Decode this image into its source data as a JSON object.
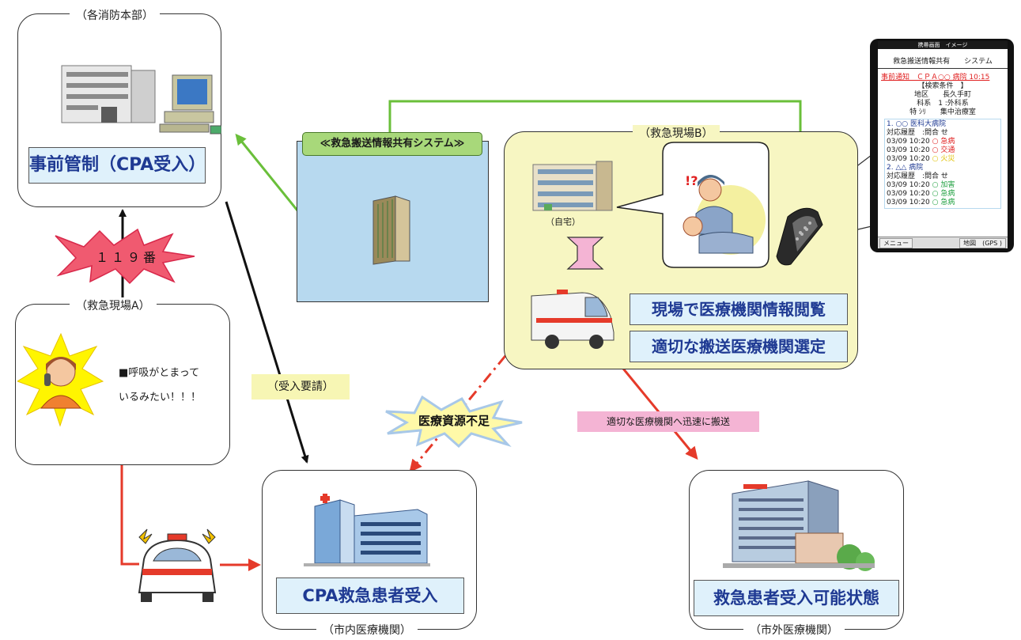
{
  "hq": {
    "caption": "（各消防本部）",
    "label": "事前管制（CPA受入）"
  },
  "call": {
    "label": "１１９番"
  },
  "site_a": {
    "caption": "（救急現場A）",
    "speech_line1": "■呼吸がとまって",
    "speech_line2": "いるみたい！！！"
  },
  "request": {
    "label": "（受入要請）"
  },
  "system": {
    "title": "≪救急搬送情報共有システム≫"
  },
  "site_b": {
    "caption": "（救急現場B）",
    "home_label": "（自宅）",
    "label1": "現場で医療機関情報閲覧",
    "label2": "適切な搬送医療機関選定"
  },
  "shortage": {
    "label": "医療資源不足"
  },
  "transport": {
    "label": "適切な医療機関へ迅速に搬送"
  },
  "inner_hospital": {
    "caption": "（市内医療機関）",
    "label": "CPA救急患者受入"
  },
  "outer_hospital": {
    "caption": "（市外医療機関）",
    "label": "救急患者受入可能状態"
  },
  "phone": {
    "header": "携帯画面　イメージ",
    "title": "救急搬送情報共有　　システム",
    "notice": "事前通知　ＣＰＡ○○ 病院 10:15",
    "search": "【検索条件　】",
    "area": "地区　　長久手町",
    "dept": "科系　1 :外科系",
    "special": "特 ｼﾘ　　集中治療室",
    "h1_name": "1. ○○ 医科大病院",
    "h1_hist": "対応履歴　:問合 せ",
    "h1_rows": [
      {
        "time": "03/09  10:20",
        "status": "○ 急病",
        "color": "#e02020"
      },
      {
        "time": "03/09  10:20",
        "status": "○ 交通",
        "color": "#e02020"
      },
      {
        "time": "03/09  10:20",
        "status": "○ 火災",
        "color": "#e0c000"
      }
    ],
    "h2_name": "2. △△ 病院",
    "h2_hist": "対応履歴　:問合 せ",
    "h2_rows": [
      {
        "time": "03/09  10:20",
        "status": "○ 加害",
        "color": "#20a040"
      },
      {
        "time": "03/09  10:20",
        "status": "○ 急病",
        "color": "#20a040"
      },
      {
        "time": "03/09  10:20",
        "status": "○ 急病",
        "color": "#20a040"
      }
    ],
    "menu": "メニュー",
    "map": "地図　(GPS )"
  },
  "colors": {
    "green_arrow": "#6abf3a",
    "red_arrow": "#e53a2a",
    "label_blue": "#1f3a93",
    "yellow": "#f7f6c2",
    "system_bg": "#b7d9ef"
  }
}
